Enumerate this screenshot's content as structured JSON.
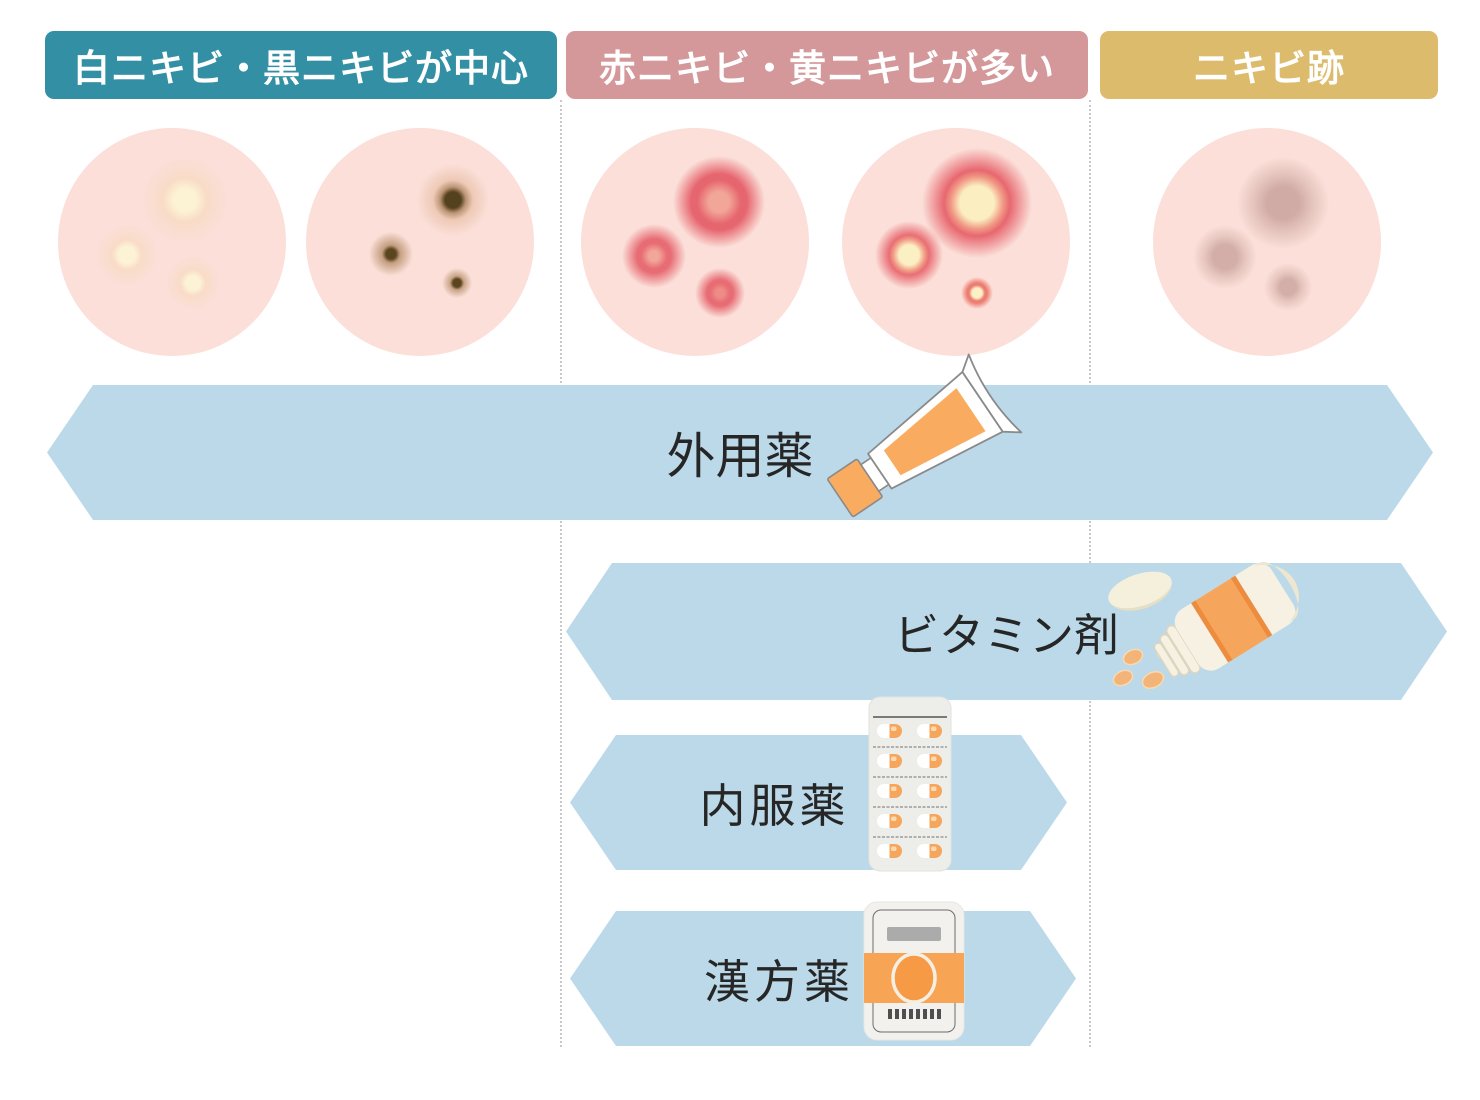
{
  "stages": [
    {
      "label": "白ニキビ・黒ニキビが中心",
      "color": "#3390A4"
    },
    {
      "label": "赤ニキビ・黄ニキビが多い",
      "color": "#D4989A"
    },
    {
      "label": "ニキビ跡",
      "color": "#DDBB6D"
    }
  ],
  "skin_examples": [
    {
      "type": "white-comedones"
    },
    {
      "type": "black-comedones"
    },
    {
      "type": "red-inflamed-acne"
    },
    {
      "type": "yellow-pustules"
    },
    {
      "type": "acne-scars"
    }
  ],
  "treatments": [
    {
      "label": "外用薬",
      "icon": "ointment-tube-icon"
    },
    {
      "label": "ビタミン剤",
      "icon": "vitamin-bottle-icon"
    },
    {
      "label": "内服薬",
      "icon": "blister-pack-icon"
    },
    {
      "label": "漢方薬",
      "icon": "kampo-packet-icon"
    }
  ],
  "colors": {
    "band_blue": "#BBD9E8",
    "skin_pink": "#FBDFD8",
    "accent_orange": "#F5A55C",
    "header_teal": "#3390A4",
    "header_pink": "#D4989A",
    "header_tan": "#DDBB6D"
  }
}
